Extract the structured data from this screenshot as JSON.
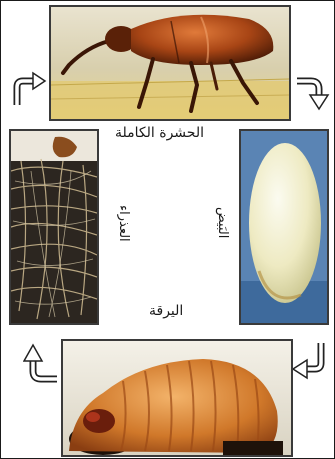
{
  "stages": {
    "adult": {
      "label": "الحشرة الكاملة"
    },
    "egg": {
      "label": "البَيض"
    },
    "pupa": {
      "label": "العذراء"
    },
    "larva": {
      "label": "اليرقة"
    }
  },
  "icons": {
    "arrow_top_left": "curved-arrow-right-icon",
    "arrow_top_right": "curved-arrow-down-icon",
    "arrow_bottom_right": "curved-arrow-left-icon",
    "arrow_bottom_left": "curved-arrow-up-icon"
  },
  "colors": {
    "beetle": "#9a3f12",
    "egg": "#f3f0c8",
    "larva": "#c8792c",
    "pupa_nest": "#b7a57c",
    "frame": "#1a1a1a"
  }
}
